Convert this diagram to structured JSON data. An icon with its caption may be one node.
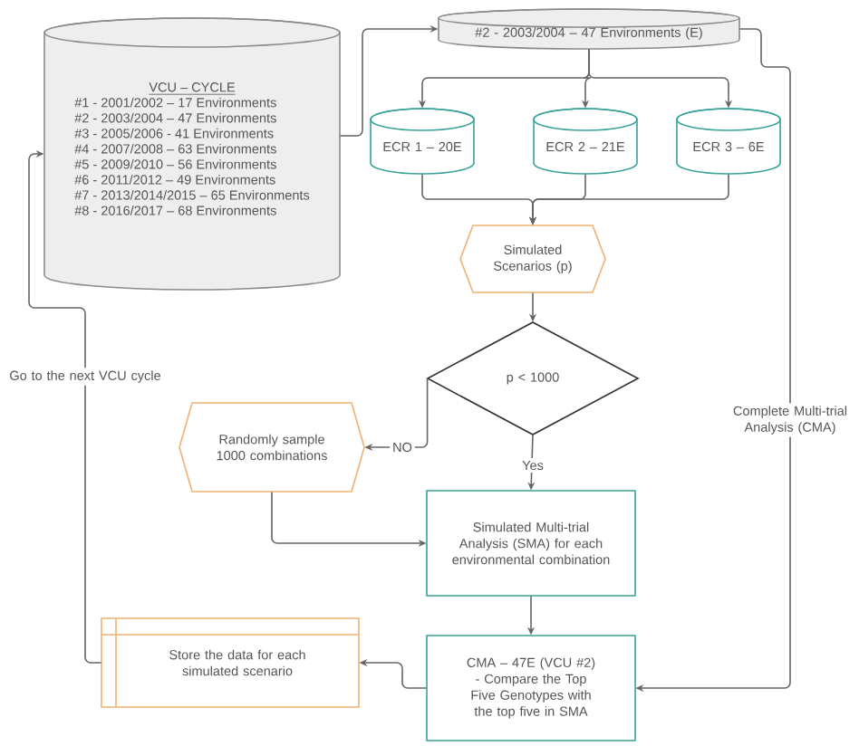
{
  "diagram": {
    "nodes": [
      {
        "text": [
          "VCU – CYCLE",
          "#1 - 2001/2002 – 17 Environments",
          "#2 - 2003/2004 – 47 Environments",
          "#3 - 2005/2006 - 41 Environments",
          "#4 - 2007/2008 – 63 Environments",
          "#5 - 2009/2010 – 56 Environments",
          "#6 - 2011/2012 – 49 Environments",
          "#7 - 2013/2014/2015 – 65 Environments",
          "#8 - 2016/2017 – 68 Environments"
        ]
      },
      {
        "text": [
          "#2 - 2003/2004 – 47 Environments (E)"
        ]
      },
      {
        "text": [
          "ECR 1 – 20E"
        ]
      },
      {
        "text": [
          "ECR 2 – 21E"
        ]
      },
      {
        "text": [
          "ECR 3 – 6E"
        ]
      },
      {
        "text": [
          "Simulated Scenarios (p)"
        ]
      },
      {
        "text": [
          "p < 1000"
        ]
      },
      {
        "text": [
          "Randomly sample 1000 combinations"
        ]
      },
      {
        "text": [
          "Simulated Multi-trial Analysis (SMA) for each environmental combination"
        ]
      },
      {
        "text": [
          "CMA – 47E (VCU #2) - Compare the Top Five Genotypes with the top five in SMA"
        ]
      },
      {
        "text": [
          "Store the data for each simulated scenario"
        ]
      }
    ],
    "edges": [
      {
        "from": 0,
        "to": 1,
        "arrow": "to"
      },
      {
        "from": 1,
        "to": 2,
        "arrow": "to"
      },
      {
        "from": 1,
        "to": 3,
        "arrow": "to"
      },
      {
        "from": 1,
        "to": 4,
        "arrow": "to"
      },
      {
        "from": 2,
        "to": 5,
        "arrow": "to"
      },
      {
        "from": 3,
        "to": 5,
        "arrow": "to"
      },
      {
        "from": 4,
        "to": 5,
        "arrow": "to"
      },
      {
        "from": 5,
        "to": 6,
        "arrow": "to"
      },
      {
        "from": 6,
        "to": 7,
        "arrow": "to",
        "label": "NO"
      },
      {
        "from": 6,
        "to": 8,
        "arrow": "to",
        "label": "Yes"
      },
      {
        "from": 7,
        "to": 8,
        "arrow": "to"
      },
      {
        "from": 8,
        "to": 9,
        "arrow": "to"
      },
      {
        "from": 1,
        "to": 9,
        "arrow": "to",
        "label": "Complete Multi-trial Analysis (CMA)"
      },
      {
        "from": 9,
        "to": 10,
        "arrow": "to"
      },
      {
        "from": 10,
        "to": 0,
        "arrow": "to",
        "label": "Go to the next VCU cycle"
      }
    ]
  }
}
